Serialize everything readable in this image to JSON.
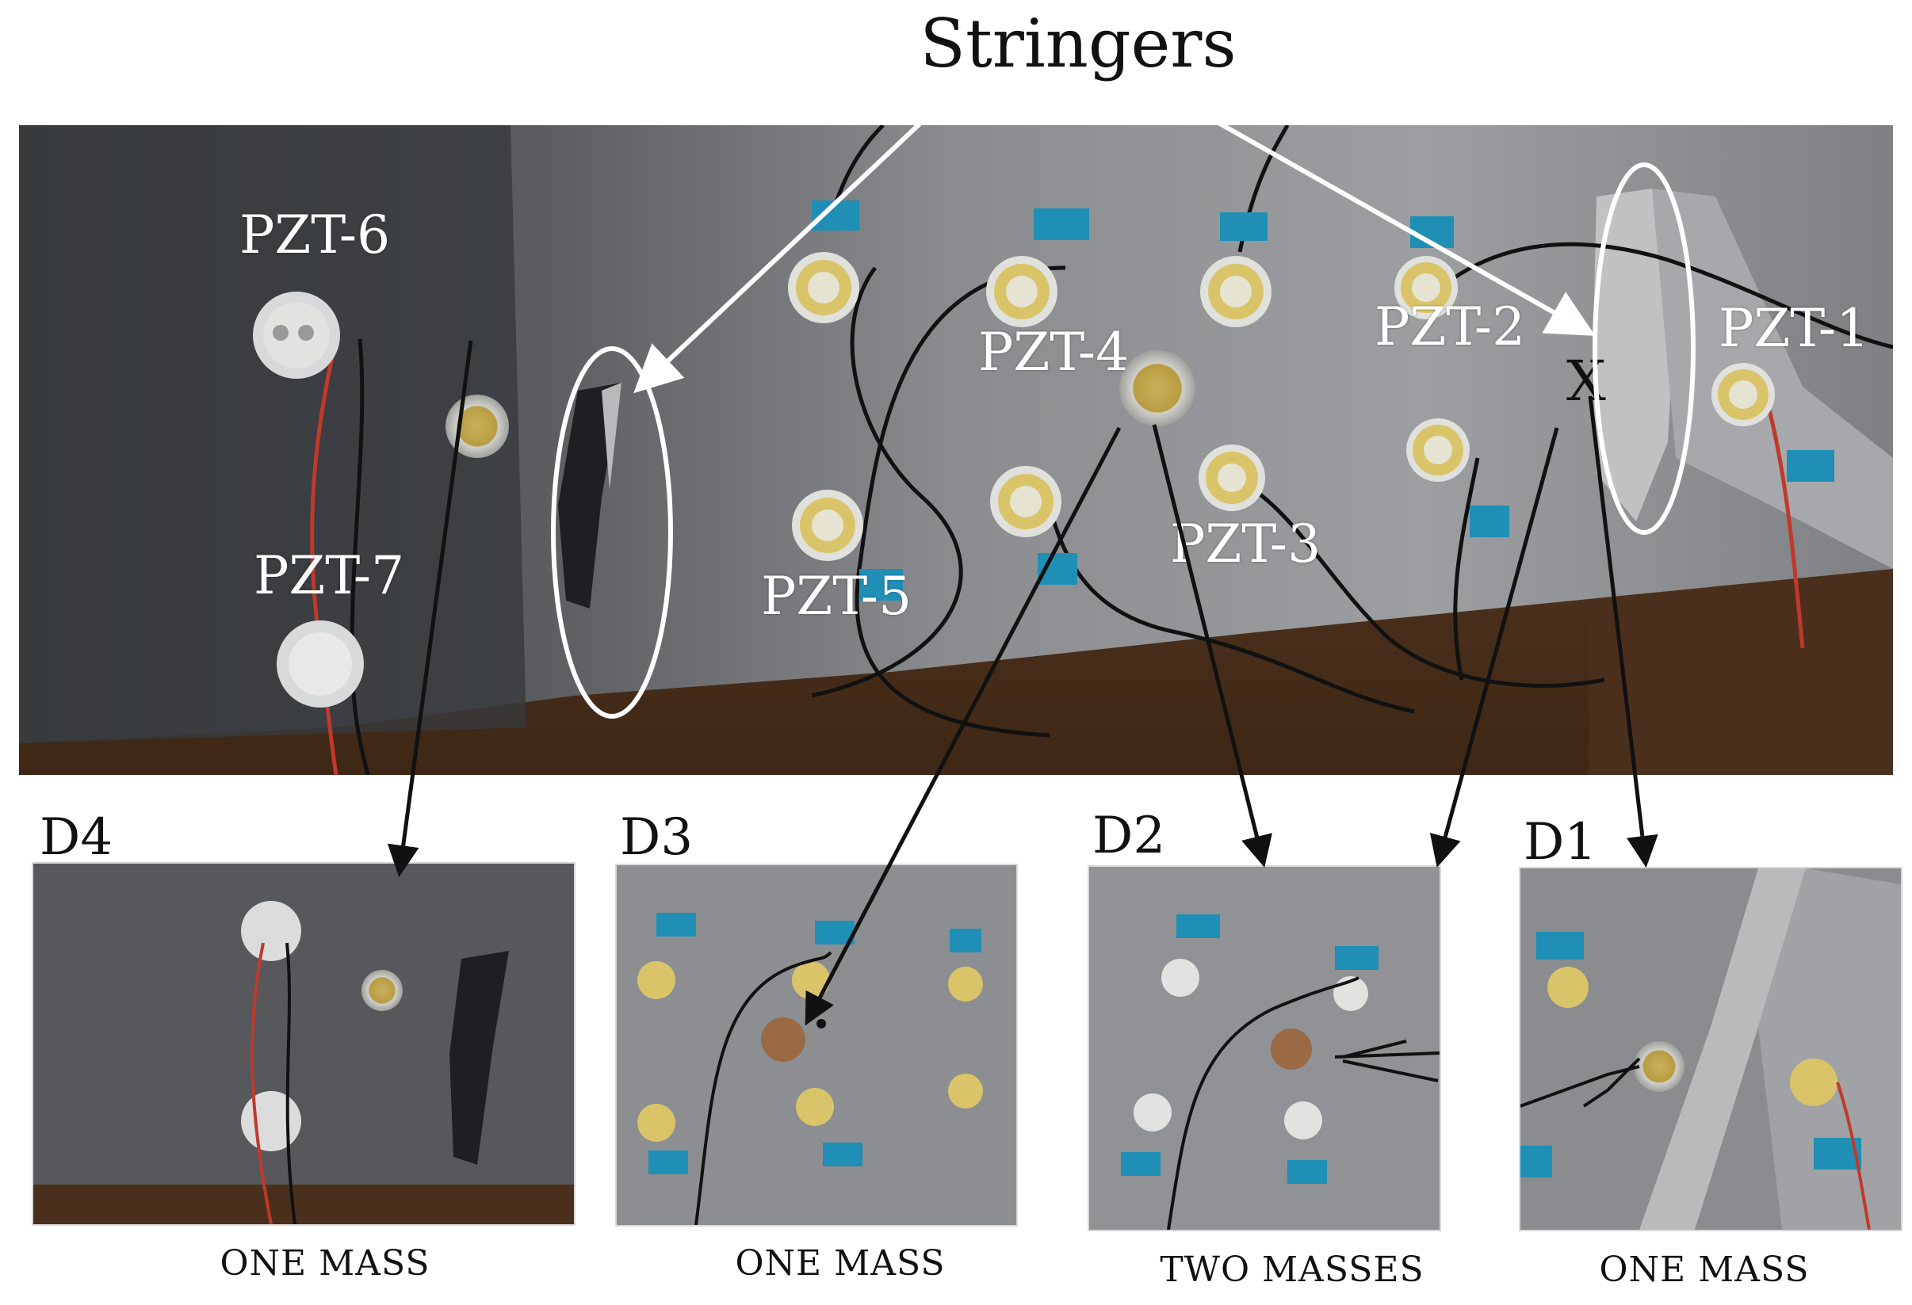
{
  "title": "Stringers",
  "pzt_labels": {
    "pzt1": "PZT-1",
    "pzt2": "PZT-2",
    "pzt3": "PZT-3",
    "pzt4": "PZT-4",
    "pzt5": "PZT-5",
    "pzt6": "PZT-6",
    "pzt7": "PZT-7"
  },
  "damage_cases": [
    {
      "label": "D4",
      "caption": "ONE MASS"
    },
    {
      "label": "D3",
      "caption": "ONE MASS"
    },
    {
      "label": "D2",
      "caption": "TWO MASSES"
    },
    {
      "label": "D1",
      "caption": "ONE MASS"
    }
  ],
  "marker_x": "X",
  "colors": {
    "plate": "#8d8e90",
    "plate_dark": "#3f4145",
    "wood": "#5a3a24",
    "tape": "#1f8fb5",
    "sensor_ring": "#d9c46a",
    "annotation_white": "#ffffff",
    "arrow_black": "#111111"
  }
}
